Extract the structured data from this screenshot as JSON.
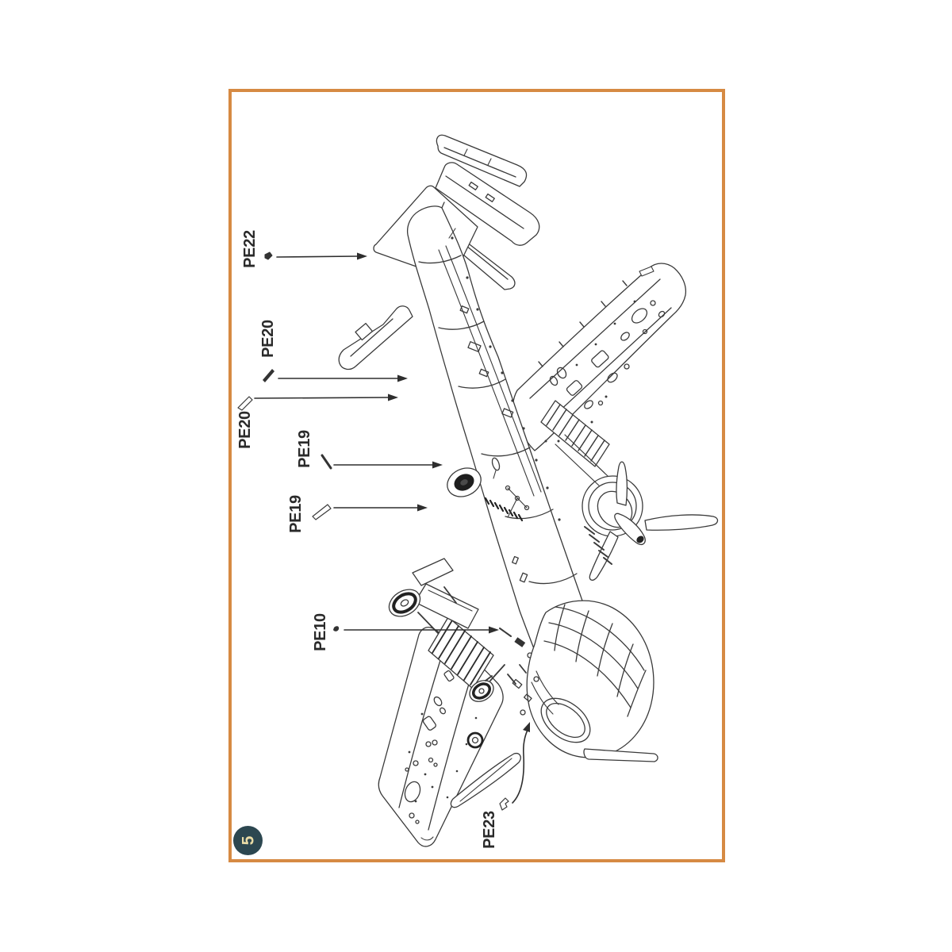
{
  "page": {
    "background": "#ffffff",
    "frame_color": "#D68A43"
  },
  "step_badge": {
    "number": "5",
    "background": "#2C4750",
    "text_color": "#EADCA6"
  },
  "callouts": [
    {
      "id": "pe22",
      "label": "PE22"
    },
    {
      "id": "pe20-upper",
      "label": "PE20"
    },
    {
      "id": "pe20-left",
      "label": "PE20"
    },
    {
      "id": "pe19-upper",
      "label": "PE19"
    },
    {
      "id": "pe19-left",
      "label": "PE19"
    },
    {
      "id": "pe10",
      "label": "PE10"
    },
    {
      "id": "pe23",
      "label": "PE23"
    }
  ],
  "figure": {
    "line_color": "#3A3A3A",
    "arrow_color": "#2E2E2E",
    "label_color": "#2A2A2A"
  },
  "icons": [
    "pe22-part-icon",
    "pe20-upper-part-icon",
    "pe20-left-part-icon",
    "pe19-upper-part-icon",
    "pe19-left-part-icon",
    "pe10-part-icon",
    "pe23-part-icon",
    "step-number-badge"
  ]
}
